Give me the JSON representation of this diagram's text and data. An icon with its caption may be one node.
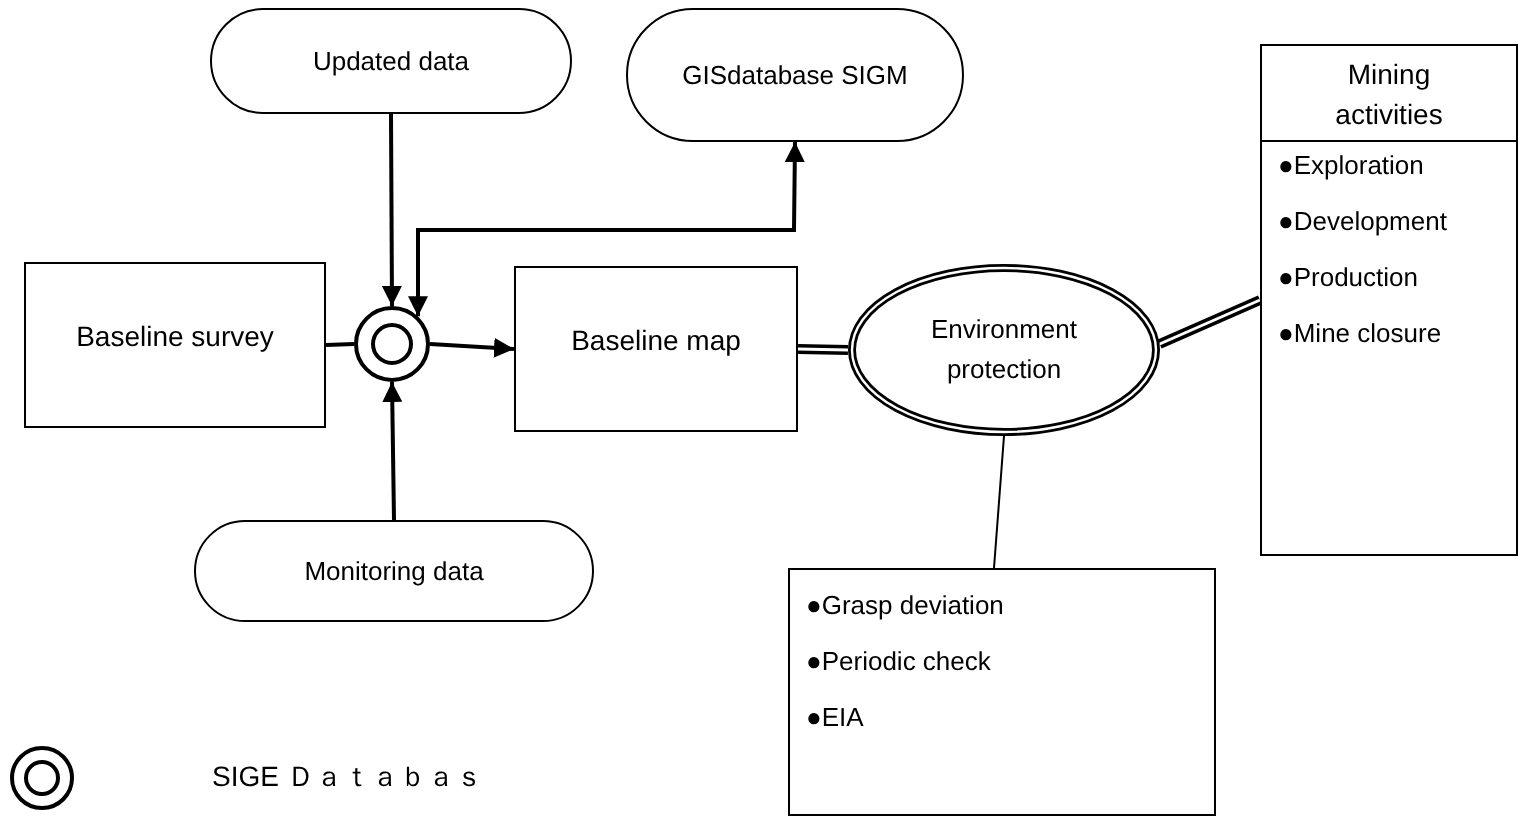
{
  "diagram": {
    "nodes": [
      {
        "text": [
          "Updated data"
        ]
      },
      {
        "text": [
          "GISdatabase SIGM"
        ]
      },
      {
        "text": [
          "Baseline survey"
        ]
      },
      {
        "text": [],
        "shape": "circle"
      },
      {
        "text": [
          "Baseline map"
        ]
      },
      {
        "text": [
          "Environment protection"
        ]
      },
      {
        "text": [
          "Mining activities",
          "●Exploration",
          "●Development",
          "●Production",
          "●Mine closure"
        ]
      },
      {
        "text": [
          "●Grasp deviation",
          "●Periodic check",
          "●EIA"
        ]
      },
      {
        "text": [
          "Monitoring data"
        ]
      }
    ],
    "edges": [
      {
        "from": 0,
        "to": 3,
        "arrow": "to"
      },
      {
        "from": 1,
        "to": 3,
        "arrow": "both"
      },
      {
        "from": 2,
        "to": 3,
        "arrow": "none"
      },
      {
        "from": 3,
        "to": 4,
        "arrow": "to"
      },
      {
        "from": 8,
        "to": 3,
        "arrow": "to"
      },
      {
        "from": 4,
        "to": 5,
        "arrow": "none",
        "style": "thick"
      },
      {
        "from": 5,
        "to": 6,
        "arrow": "none",
        "style": "thick"
      },
      {
        "from": 5,
        "to": 7,
        "arrow": "none"
      }
    ],
    "legend": [
      {
        "text": "SIGE Ｄａｔａｂａｓ"
      }
    ]
  }
}
